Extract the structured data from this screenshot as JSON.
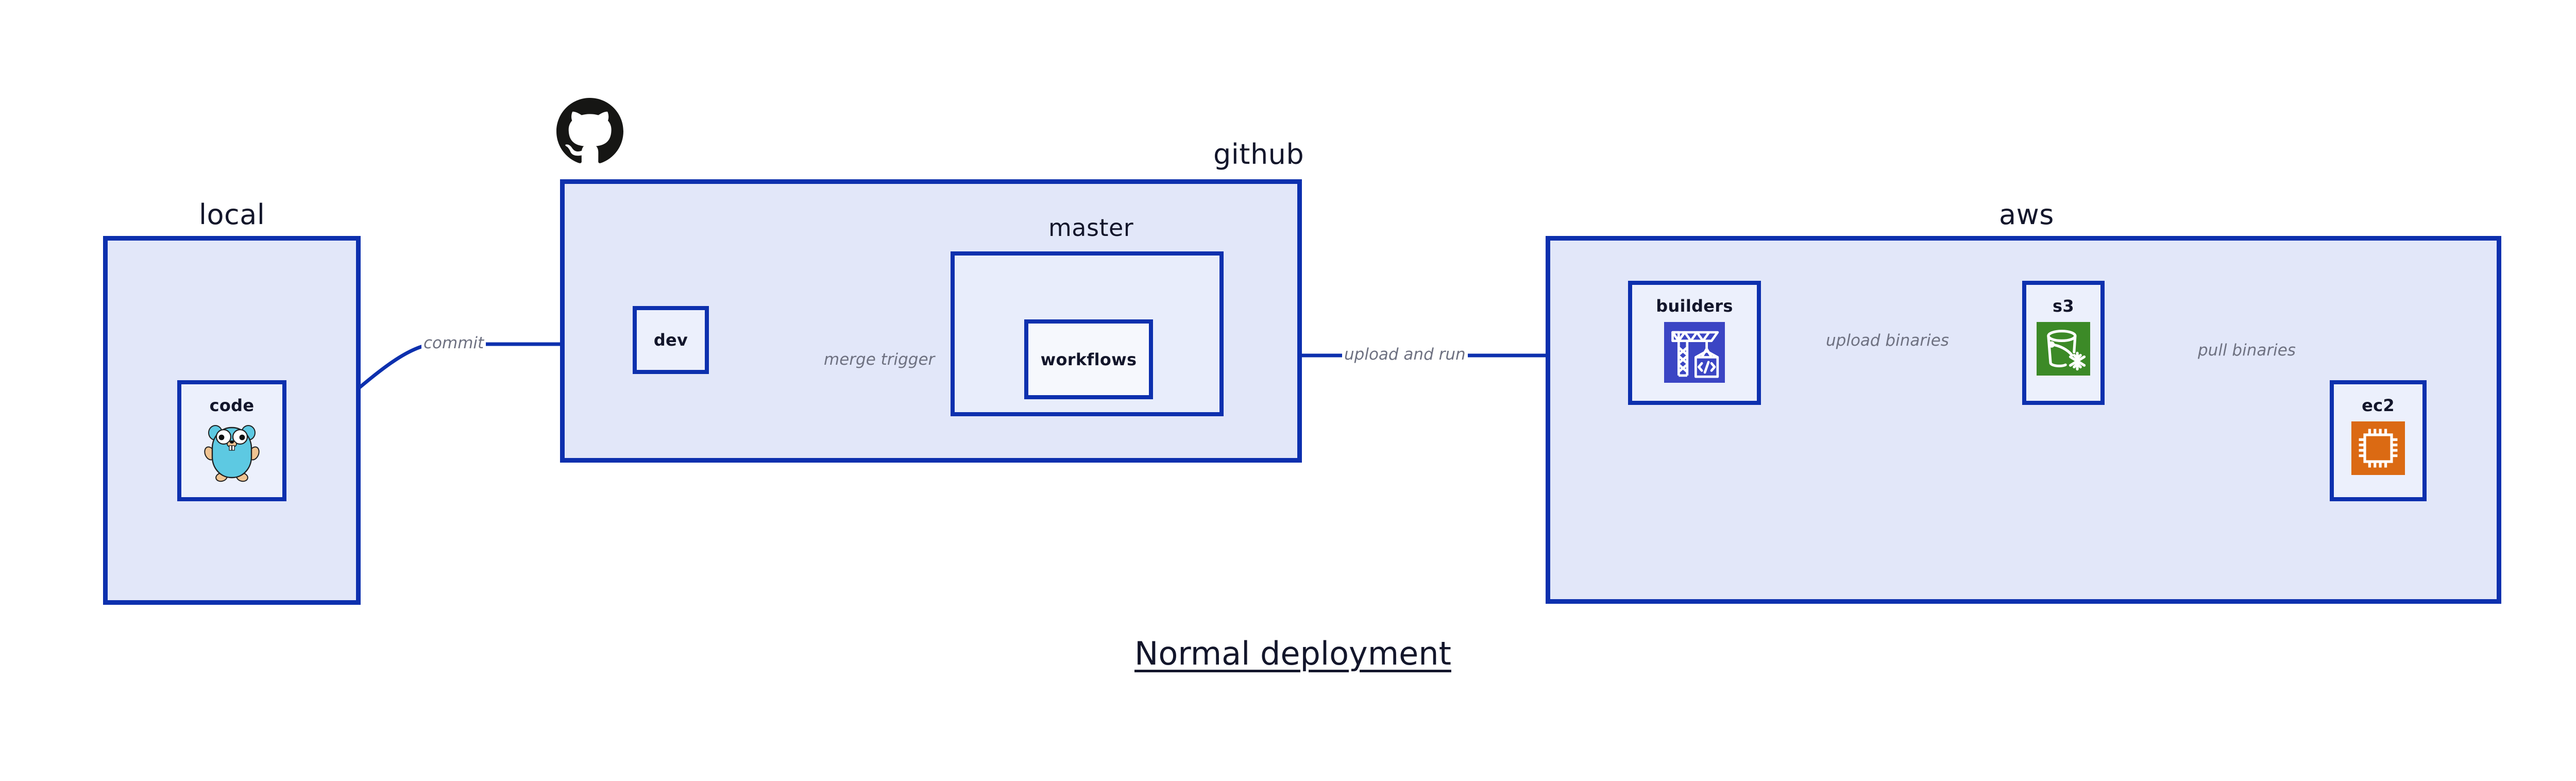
{
  "title": "Normal deployment",
  "colors": {
    "group_fill": "#E2E7F9",
    "group_border": "#0D30AE",
    "node_fill": "#ECF0FC",
    "node_plain_fill": "#F6F8FD",
    "arrow": "#0D30AE",
    "label_text": "#6E7181",
    "title_text": "#13162B",
    "builders_icon_bg": "#3B45C4",
    "s3_icon_bg": "#3C8A27",
    "ec2_icon_bg": "#DB6A13",
    "gopher_body": "#5DC9E2",
    "github_logo": "#161614"
  },
  "groups": [
    {
      "id": "local",
      "label": "local"
    },
    {
      "id": "github",
      "label": "github",
      "logo": "github-octocat-icon"
    },
    {
      "id": "aws",
      "label": "aws"
    }
  ],
  "subgroups": [
    {
      "id": "master",
      "label": "master",
      "parent": "github"
    }
  ],
  "nodes": [
    {
      "id": "code",
      "label": "code",
      "parent": "local",
      "icon": "go-gopher-icon"
    },
    {
      "id": "dev",
      "label": "dev",
      "parent": "github",
      "icon": null
    },
    {
      "id": "workflows",
      "label": "workflows",
      "parent": "master",
      "icon": null
    },
    {
      "id": "builders",
      "label": "builders",
      "parent": "aws",
      "icon": "aws-codebuild-crane-icon"
    },
    {
      "id": "s3",
      "label": "s3",
      "parent": "aws",
      "icon": "aws-s3-bucket-icon"
    },
    {
      "id": "ec2",
      "label": "ec2",
      "parent": "aws",
      "icon": "aws-ec2-chip-icon"
    }
  ],
  "edges": [
    {
      "id": "commit",
      "from": "code",
      "to": "dev",
      "label": "commit"
    },
    {
      "id": "merge-trigger",
      "from": "dev",
      "to": "workflows",
      "label": "merge trigger"
    },
    {
      "id": "upload-and-run",
      "from": "workflows",
      "to": "builders",
      "label": "upload and run"
    },
    {
      "id": "upload-binaries",
      "from": "builders",
      "to": "s3",
      "label": "upload binaries"
    },
    {
      "id": "pull-binaries",
      "from": "s3",
      "to": "ec2",
      "label": "pull binaries"
    }
  ]
}
